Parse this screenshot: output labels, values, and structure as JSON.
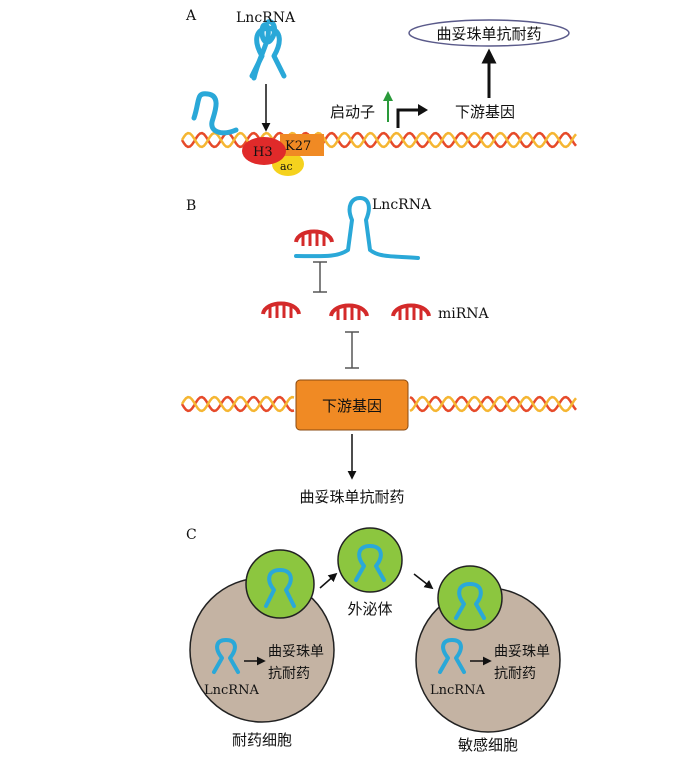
{
  "panel_a": {
    "letter": "A",
    "lncrna_label": "LncRNA",
    "histone_h3": "H3",
    "histone_k27": "K27",
    "histone_ac": "ac",
    "promoter_label": "启动子",
    "downstream_label": "下游基因",
    "resistance_label": "曲妥珠单抗耐药",
    "colors": {
      "rna": "#2aa8d8",
      "dna_red": "#e64a2a",
      "dna_yellow": "#f5b632",
      "h3": "#e02a2a",
      "k27": "#f08a24",
      "ac": "#f5d21e",
      "promoter_arrow": "#2a9a3a"
    }
  },
  "panel_b": {
    "letter": "B",
    "lncrna_label": "LncRNA",
    "mirna_label": "miRNA",
    "gene_box_label": "下游基因",
    "resistance_label": "曲妥珠单抗耐药",
    "colors": {
      "mirna": "#d42a2a",
      "gene_box": "#f08a24"
    }
  },
  "panel_c": {
    "letter": "C",
    "exosome_label": "外泌体",
    "left_inner_text_1": "曲妥珠单",
    "left_inner_text_2": "抗耐药",
    "left_lncrna_label": "LncRNA",
    "left_cell_label": "耐药细胞",
    "right_inner_text_1": "曲妥珠单",
    "right_inner_text_2": "抗耐药",
    "right_lncrna_label": "LncRNA",
    "right_cell_label": "敏感细胞",
    "colors": {
      "cell": "#c4b3a3",
      "exosome": "#8cc63f"
    }
  }
}
